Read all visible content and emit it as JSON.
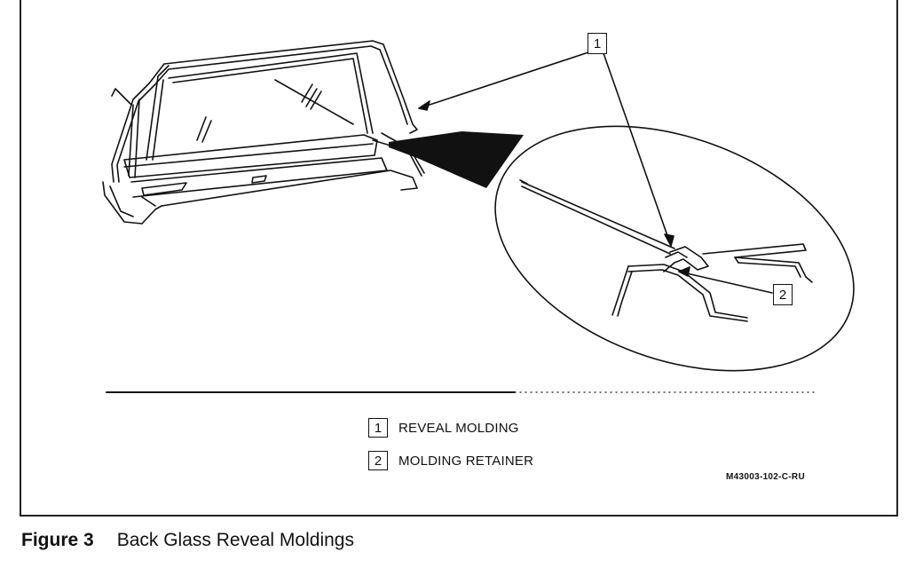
{
  "callouts": [
    {
      "id": "1",
      "label": "REVEAL MOLDING"
    },
    {
      "id": "2",
      "label": "MOLDING RETAINER"
    }
  ],
  "figure_code": "M43003-102-C-RU",
  "caption": {
    "number": "Figure 3",
    "title": "Back Glass Reveal Moldings"
  }
}
